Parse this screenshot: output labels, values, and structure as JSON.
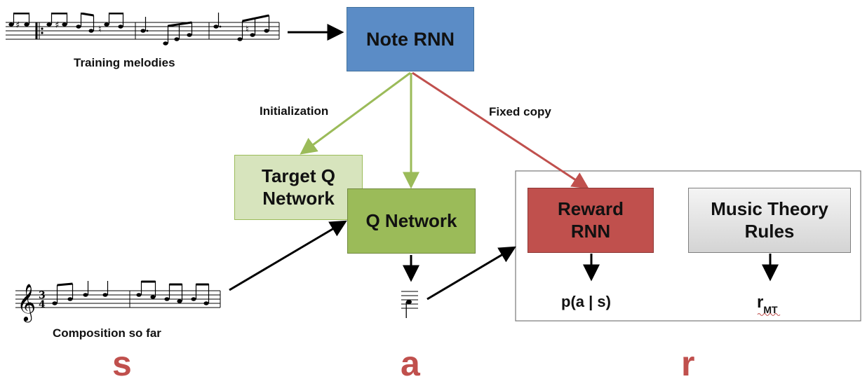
{
  "nodes": {
    "note_rnn": "Note RNN",
    "target_q": "Target Q\nNetwork",
    "q_network": "Q Network",
    "reward_rnn": "Reward\nRNN",
    "music_theory": "Music Theory\nRules"
  },
  "edge_labels": {
    "initialization": "Initialization",
    "fixed_copy": "Fixed copy"
  },
  "captions": {
    "training_melodies": "Training melodies",
    "composition_so_far": "Composition so far"
  },
  "outputs": {
    "p_a_given_s": "p(a | s)",
    "r_main": "r",
    "r_sub": "MT"
  },
  "rl_symbols": {
    "state": "s",
    "action": "a",
    "reward": "r"
  },
  "time_signature": {
    "top": "3",
    "bottom": "4"
  },
  "colors": {
    "note_rnn_fill": "#5b8cc6",
    "q_network_fill": "#9bbb59",
    "target_q_fill": "#d7e4bd",
    "reward_rnn_fill": "#c0504d",
    "music_theory_fill": "#e2e2e2",
    "green_arrow": "#9bbb59",
    "red_arrow": "#c0504d",
    "symbol_red": "#c0504d"
  }
}
